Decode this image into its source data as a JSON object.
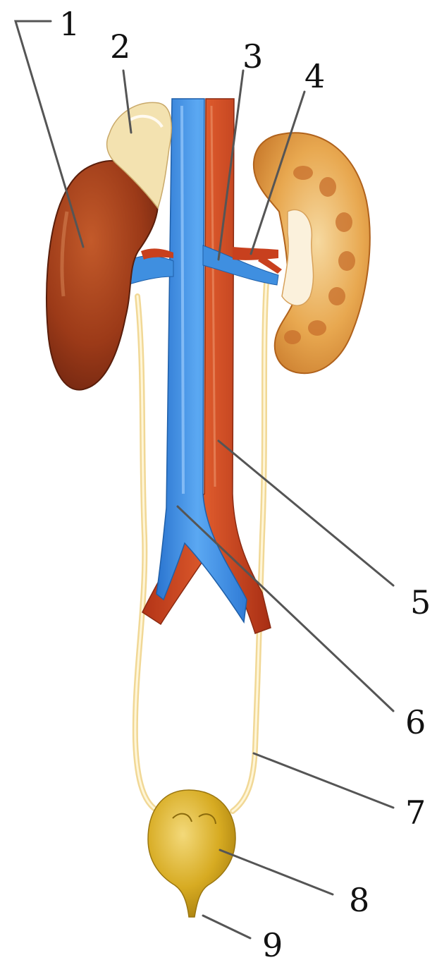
{
  "labels": [
    {
      "id": "1",
      "text": "1"
    },
    {
      "id": "2",
      "text": "2"
    },
    {
      "id": "3",
      "text": "3"
    },
    {
      "id": "4",
      "text": "4"
    },
    {
      "id": "5",
      "text": "5"
    },
    {
      "id": "6",
      "text": "6"
    },
    {
      "id": "7",
      "text": "7"
    },
    {
      "id": "8",
      "text": "8"
    },
    {
      "id": "9",
      "text": "9"
    }
  ],
  "colors": {
    "kidney_left": "#a8401c",
    "kidney_right": "#e09a3c",
    "adrenal": "#f3e2b0",
    "vein": "#3f8fe0",
    "artery": "#c8401e",
    "ureter": "#f1d896",
    "bladder": "#d9b12a",
    "leader": "#555555",
    "background": "#ffffff"
  }
}
